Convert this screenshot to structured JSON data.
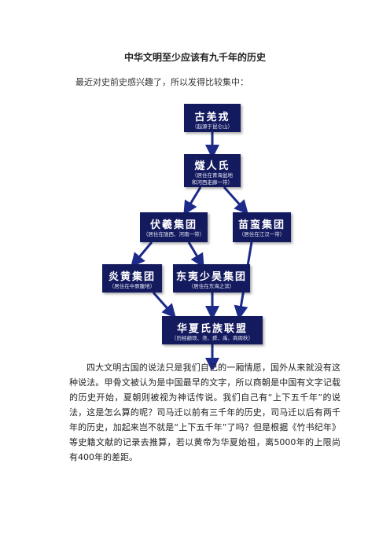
{
  "document": {
    "title": "中华文明至少应该有九千年的历史",
    "intro": "最近对史前史感兴趣了，所以发得比较集中：",
    "body": "四大文明古国的说法只是我们自己的一厢情愿，国外从来就没有这种说法。甲骨文被认为是中国最早的文字，所以商朝是中国有文字记载的历史开始，夏朝则被视为神话传说。我们自己有“上下五千年”的说法，这是怎么算的呢？司马迁以前有三千年的历史，司马迁以后有两千年的历史，加起来岂不就是“上下五千年”了吗？但是根据《竹书纪年》等史籍文献的记录去推算，若以黄帝为华夏始祖，离5000年的上限尚有400年的差距。"
  },
  "diagram": {
    "colors": {
      "node": "#141a5e",
      "arrow": "#1c2a8a"
    },
    "nodes": {
      "gu_qiang": {
        "name": "古羌戎",
        "sub": "（起源于昆仑山）"
      },
      "sui_ren": {
        "name": "燧人氏",
        "sub": "（居住在青海盆地\n和河西走廊一带）"
      },
      "fu_xi": {
        "name": "伏羲集团",
        "sub": "（居住在陇西、河南一带）"
      },
      "miao_man": {
        "name": "苗蛮集团",
        "sub": "（居住在江汉一带）"
      },
      "yan_huang": {
        "name": "炎黄集团",
        "sub": "（居住在中原腹地）"
      },
      "dong_yi": {
        "name": "东夷少昊集团",
        "sub": "（居住在东海之滨）"
      },
      "hua_xia": {
        "name": "华夏氏族联盟",
        "sub": "（历经颛顼、尧、舜、禹、商周秋）"
      }
    }
  }
}
